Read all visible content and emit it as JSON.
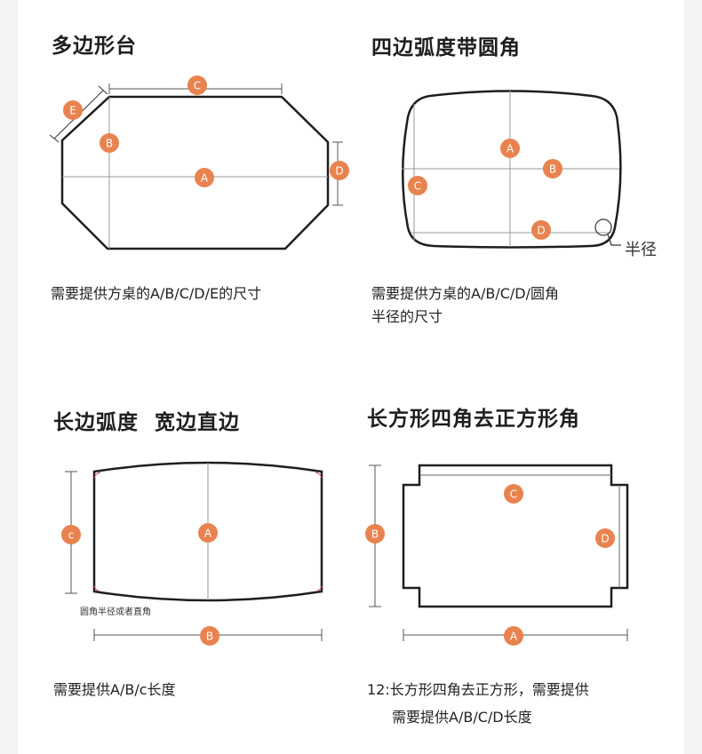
{
  "sections": [
    {
      "title": "多边形台",
      "note_lines": [
        "需要提供方桌的A/B/C/D/E的尺寸"
      ],
      "markers": [
        "A",
        "B",
        "C",
        "D",
        "E"
      ]
    },
    {
      "title": "四边弧度带圆角",
      "note_lines": [
        "需要提供方桌的A/B/C/D/圆角",
        "半径的尺寸"
      ],
      "markers": [
        "A",
        "B",
        "C",
        "D"
      ],
      "side_label": "半径"
    },
    {
      "title": "长边弧度  宽边直边",
      "note_lines": [
        "需要提供A/B/c长度"
      ],
      "markers": [
        "A",
        "B",
        "c"
      ],
      "small_note": "圆角半径或者直角"
    },
    {
      "title": "长方形四角去正方形角",
      "note_lines": [
        "12:长方形四角去正方形，需要提供",
        "需要提供A/B/C/D长度"
      ],
      "markers": [
        "A",
        "B",
        "C",
        "D"
      ]
    }
  ],
  "colors": {
    "marker": "#e8834f",
    "outline": "#1e1e1e",
    "guide": "#999999",
    "background": "#f3f3f3"
  }
}
